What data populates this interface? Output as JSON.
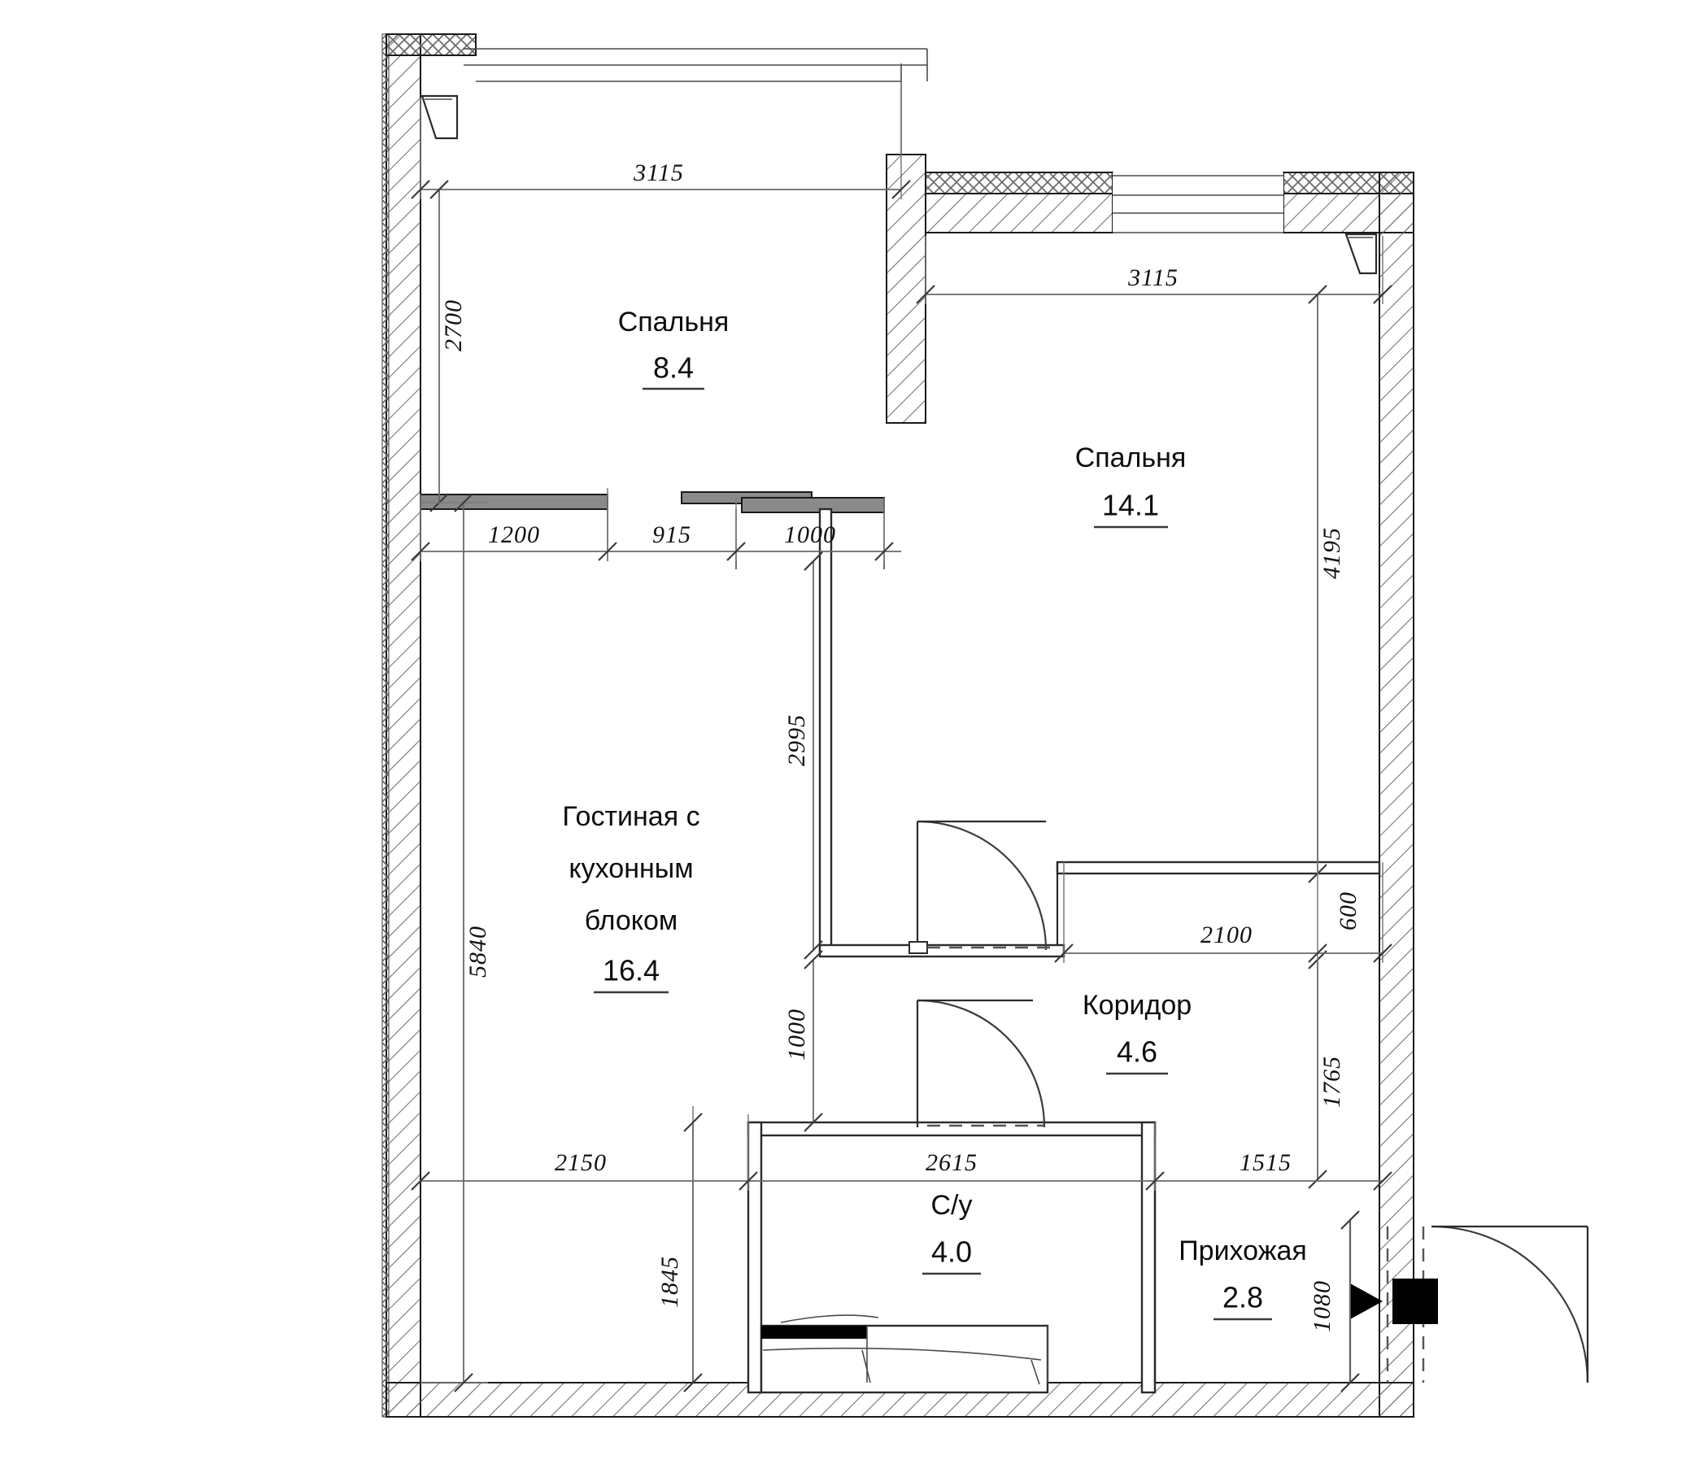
{
  "drawing": {
    "type": "architectural-floor-plan",
    "title": "Apartment floor plan",
    "units": "mm",
    "area_units": "m2"
  },
  "rooms": [
    {
      "id": "bedroom-small",
      "name": "Спальня",
      "area": "8.4"
    },
    {
      "id": "bedroom-large",
      "name": "Спальня",
      "area": "14.1"
    },
    {
      "id": "living-kitchen",
      "name_line1": "Гостиная с",
      "name_line2": "кухонным",
      "name_line3": "блоком",
      "area": "16.4"
    },
    {
      "id": "corridor",
      "name": "Коридор",
      "area": "4.6"
    },
    {
      "id": "bathroom",
      "name": "С/у",
      "area": "4.0"
    },
    {
      "id": "hallway",
      "name": "Прихожая",
      "area": "2.8"
    }
  ],
  "dimensions": {
    "top_left_span": "3115",
    "top_right_span": "3115",
    "left_bedroom_height": "2700",
    "left_overall_height": "5840",
    "right_bedroom_height": "4195",
    "bedroom_wall_1200": "1200",
    "bedroom_wall_915": "915",
    "bedroom_wall_1000": "1000",
    "living_right_2995": "2995",
    "living_right_1000": "1000",
    "corridor_2100": "2100",
    "corridor_600": "600",
    "corridor_1765": "1765",
    "bottom_2150": "2150",
    "bottom_2615": "2615",
    "bottom_1515": "1515",
    "bathroom_1845": "1845",
    "entry_1080": "1080"
  }
}
